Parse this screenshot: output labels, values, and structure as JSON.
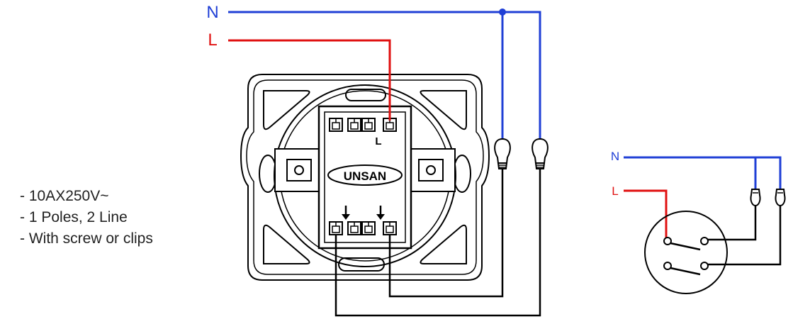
{
  "wiring": {
    "neutral_label": "N",
    "live_label": "L",
    "terminal_label": "L",
    "brand": "UNSAN",
    "neutral_color": "#1f3fd6",
    "live_color": "#e01010",
    "load_color": "#000000"
  },
  "schematic": {
    "neutral_label": "N",
    "live_label": "L"
  },
  "specs": {
    "items": [
      "- 10AX250V~",
      "- 1 Poles, 2 Line",
      "- With screw or clips"
    ]
  }
}
